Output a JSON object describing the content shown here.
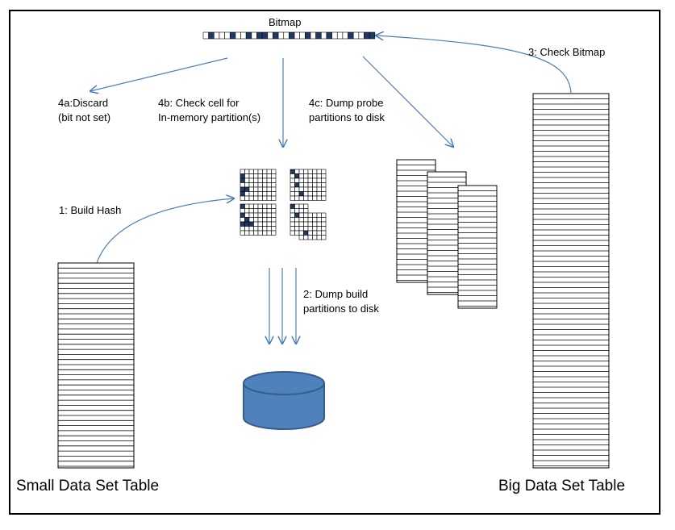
{
  "labels": {
    "bitmap": "Bitmap",
    "check_bitmap": "3: Check Bitmap",
    "discard_line1": "4a:Discard",
    "discard_line2": "(bit not set)",
    "check_cell_line1": "4b: Check cell for",
    "check_cell_line2": "In-memory partition(s)",
    "dump_probe_line1": "4c: Dump probe",
    "dump_probe_line2": "partitions to disk",
    "build_hash": "1: Build Hash",
    "dump_build_line1": "2: Dump build",
    "dump_build_line2": "partitions to disk",
    "small_table": "Small Data Set Table",
    "big_table": "Big Data Set Table"
  },
  "colors": {
    "arrow": "#4a7ebb",
    "filled_cell": "#1f3864",
    "disk_fill": "#4f81bd",
    "disk_stroke": "#385d8a",
    "line": "#000000"
  },
  "bitmap_bits": [
    0,
    1,
    0,
    0,
    0,
    1,
    0,
    0,
    1,
    0,
    1,
    1,
    0,
    1,
    0,
    0,
    1,
    0,
    0,
    1,
    0,
    1,
    0,
    1,
    0,
    0,
    0,
    1,
    0,
    0,
    1,
    1
  ]
}
